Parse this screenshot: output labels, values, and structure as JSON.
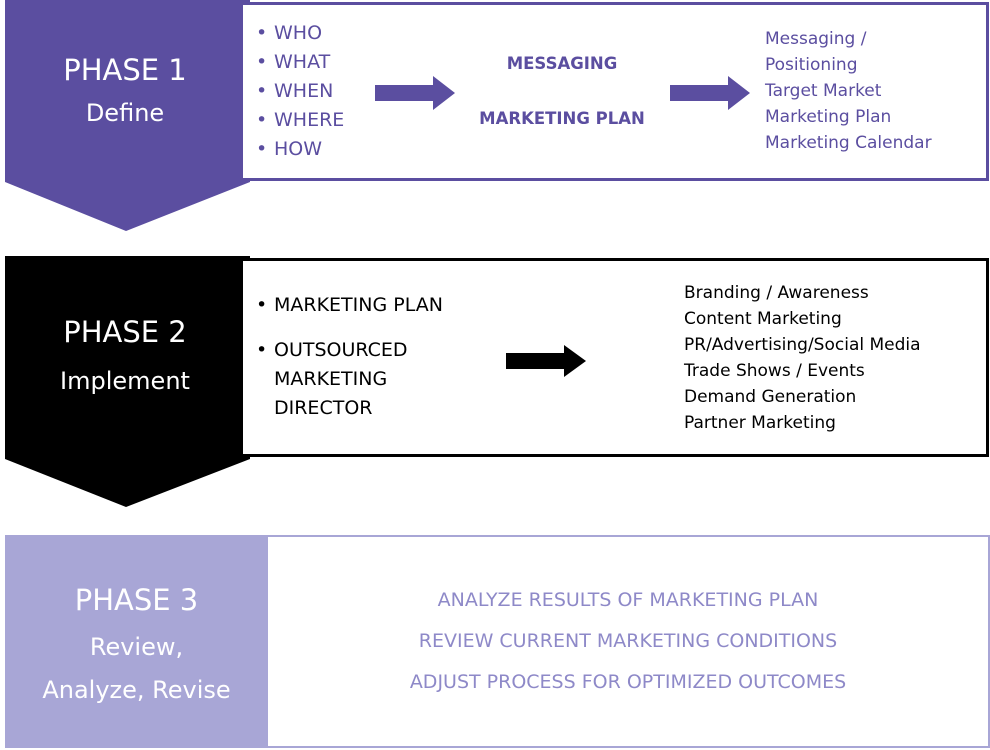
{
  "colors": {
    "phase1": "#5b4ea0",
    "phase2": "#000000",
    "phase3": "#a8a6d6",
    "phase3_text": "#8e89c8"
  },
  "phase1": {
    "title": "PHASE 1",
    "subtitle": "Define",
    "bullets": [
      "WHO",
      "WHAT",
      "WHEN",
      "WHERE",
      "HOW"
    ],
    "middle": [
      "MESSAGING",
      "MARKETING PLAN"
    ],
    "outputs": [
      "Messaging /",
      "Positioning",
      "Target Market",
      "Marketing Plan",
      "Marketing Calendar"
    ]
  },
  "phase2": {
    "title": "PHASE 2",
    "subtitle": "Implement",
    "bullets": [
      "MARKETING PLAN",
      "OUTSOURCED MARKETING DIRECTOR"
    ],
    "outputs": [
      "Branding / Awareness",
      "Content Marketing",
      "PR/Advertising/Social Media",
      "Trade Shows / Events",
      "Demand Generation",
      "Partner Marketing"
    ]
  },
  "phase3": {
    "title": "PHASE 3",
    "subtitle_lines": [
      "Review,",
      "Analyze, Revise"
    ],
    "items": [
      "ANALYZE RESULTS OF MARKETING PLAN",
      "REVIEW CURRENT MARKETING CONDITIONS",
      "ADJUST PROCESS FOR OPTIMIZED OUTCOMES"
    ]
  }
}
